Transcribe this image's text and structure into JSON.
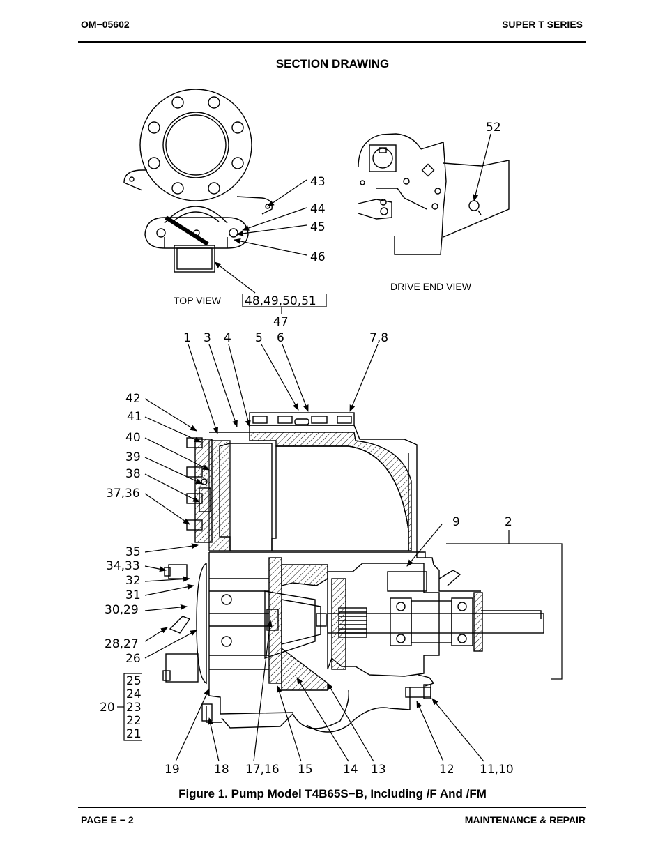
{
  "header": {
    "doc_id": "OM−05602",
    "series": "SUPER T SERIES"
  },
  "section_title": "SECTION DRAWING",
  "views": {
    "top": "TOP VIEW",
    "drive_end": "DRIVE END VIEW"
  },
  "callouts": {
    "c43": "43",
    "c44": "44",
    "c45": "45",
    "c46": "46",
    "c48_51": "48,49,50,51",
    "c47": "47",
    "c52": "52",
    "c1": "1",
    "c3": "3",
    "c4": "4",
    "c5": "5",
    "c6": "6",
    "c7_8": "7,8",
    "c42": "42",
    "c41": "41",
    "c40": "40",
    "c39": "39",
    "c38": "38",
    "c37_36": "37,36",
    "c35": "35",
    "c34_33": "34,33",
    "c32": "32",
    "c31": "31",
    "c30_29": "30,29",
    "c28_27": "28,27",
    "c26": "26",
    "c25": "25",
    "c24": "24",
    "c23": "23",
    "c22": "22",
    "c21": "21",
    "c20": "20",
    "c9": "9",
    "c2": "2",
    "c19": "19",
    "c18": "18",
    "c17_16": "17,16",
    "c15": "15",
    "c14": "14",
    "c13": "13",
    "c12": "12",
    "c11_10": "11,10"
  },
  "figure_caption": "Figure 1. Pump Model T4B65S−B, Including /F And /FM",
  "footer": {
    "page": "PAGE E − 2",
    "section": "MAINTENANCE & REPAIR"
  }
}
